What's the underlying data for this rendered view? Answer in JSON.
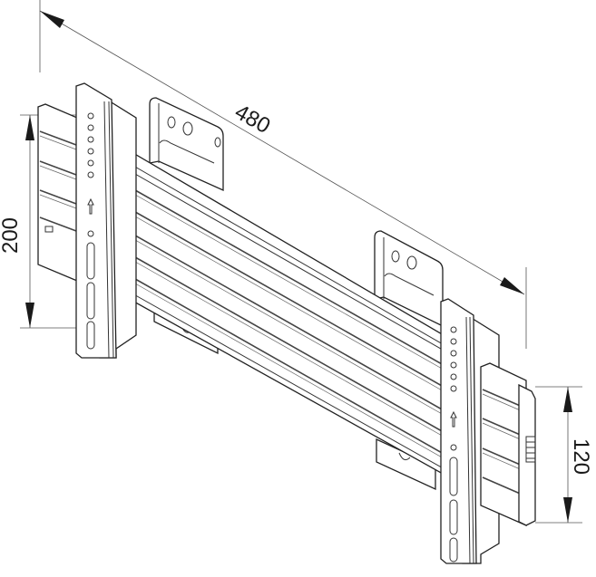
{
  "diagram": {
    "subject": "TV wall mount bracket dimension drawing",
    "dimensions": {
      "width": {
        "value": "480",
        "orientation": "diagonal"
      },
      "vertical_bracket_height": {
        "value": "200",
        "orientation": "vertical-left"
      },
      "rail_height": {
        "value": "120",
        "orientation": "vertical-right"
      }
    },
    "parts": [
      {
        "id": "horizontal-rail",
        "label": "Horizontal slotted rail"
      },
      {
        "id": "left-vertical-arm",
        "label": "Left vertical arm with hole pattern and up arrow"
      },
      {
        "id": "right-vertical-arm",
        "label": "Right vertical arm with hole pattern and up arrow"
      },
      {
        "id": "wall-plate-left",
        "label": "Left wall hook plate"
      },
      {
        "id": "wall-plate-right",
        "label": "Right wall hook plate"
      },
      {
        "id": "rail-end-cap",
        "label": "Rail end cap"
      }
    ],
    "colors": {
      "line": "#222222",
      "background": "#ffffff",
      "arrowhead": "#1a1a1a"
    }
  }
}
